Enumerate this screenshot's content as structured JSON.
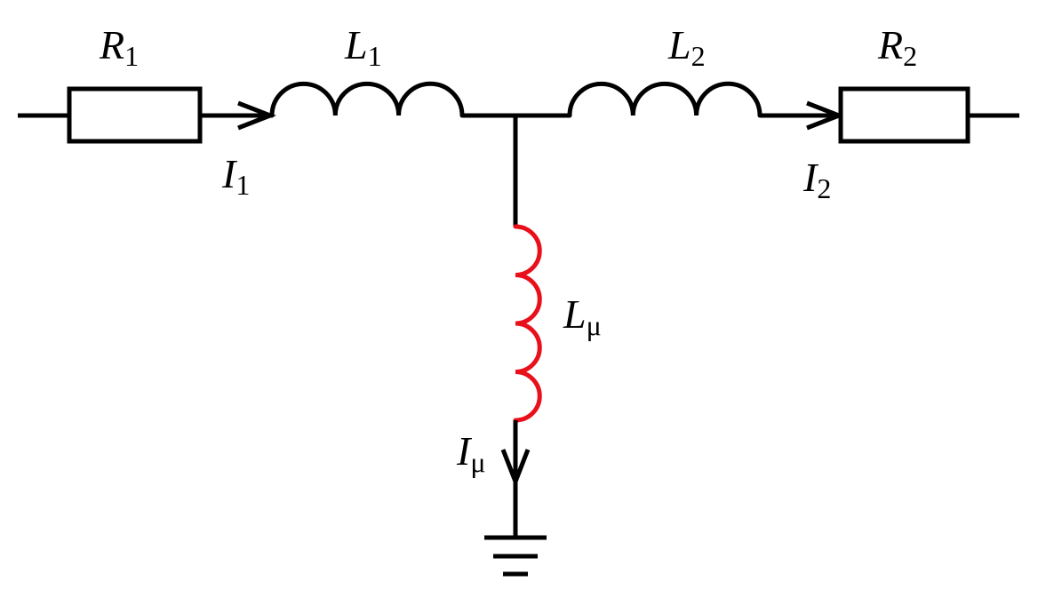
{
  "colors": {
    "line": "#000000",
    "magnetizing_inductor": "#e8101a",
    "background": "#ffffff"
  },
  "components": {
    "r1": {
      "symbol": "R",
      "index": "1"
    },
    "l1": {
      "symbol": "L",
      "index": "1"
    },
    "l2": {
      "symbol": "L",
      "index": "2"
    },
    "r2": {
      "symbol": "R",
      "index": "2"
    },
    "lmu": {
      "symbol": "L",
      "index": "μ"
    }
  },
  "currents": {
    "i1": {
      "symbol": "I",
      "index": "1"
    },
    "i2": {
      "symbol": "I",
      "index": "2"
    },
    "imu": {
      "symbol": "I",
      "index": "μ"
    }
  },
  "icons": {
    "ground": "ground-icon",
    "arrow": "arrow-icon"
  }
}
